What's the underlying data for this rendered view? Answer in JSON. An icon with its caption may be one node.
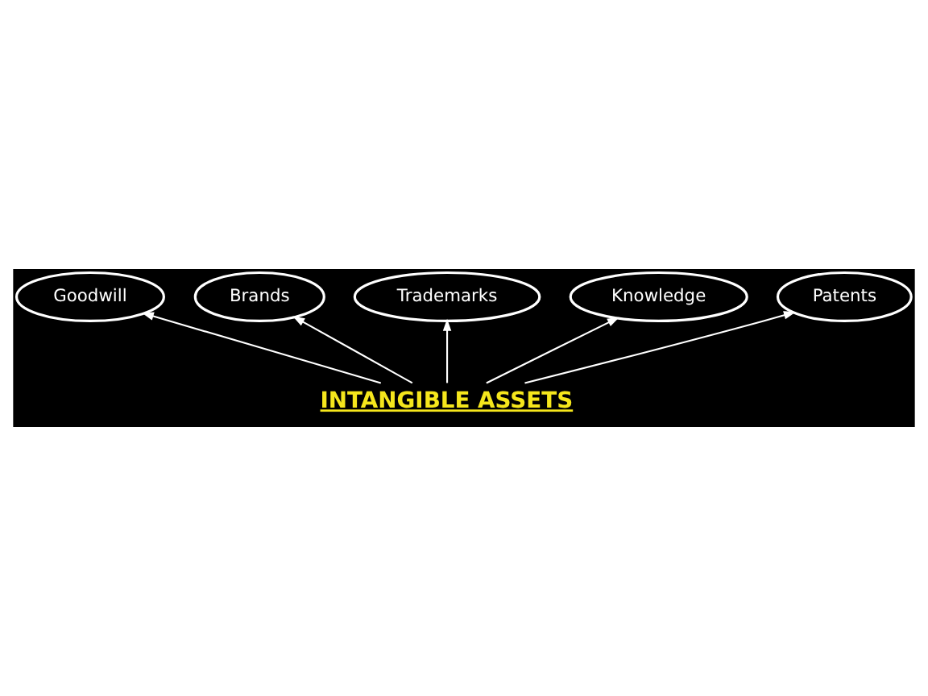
{
  "diagram": {
    "nodes": [
      {
        "text": [
          "Goodwill"
        ]
      },
      {
        "text": [
          "Brands"
        ]
      },
      {
        "text": [
          "Trademarks"
        ]
      },
      {
        "text": [
          "Knowledge"
        ]
      },
      {
        "text": [
          "Patents"
        ]
      },
      {
        "text": [
          "INTANGIBLE ASSETS"
        ]
      }
    ],
    "edges": [
      {
        "from": 5,
        "to": 3,
        "arrow": "to"
      },
      {
        "from": 5,
        "to": 1,
        "arrow": "to"
      },
      {
        "from": 5,
        "to": 0,
        "arrow": "to"
      },
      {
        "from": 5,
        "to": 2,
        "arrow": "to"
      },
      {
        "from": 5,
        "to": 4,
        "arrow": "to"
      }
    ]
  }
}
